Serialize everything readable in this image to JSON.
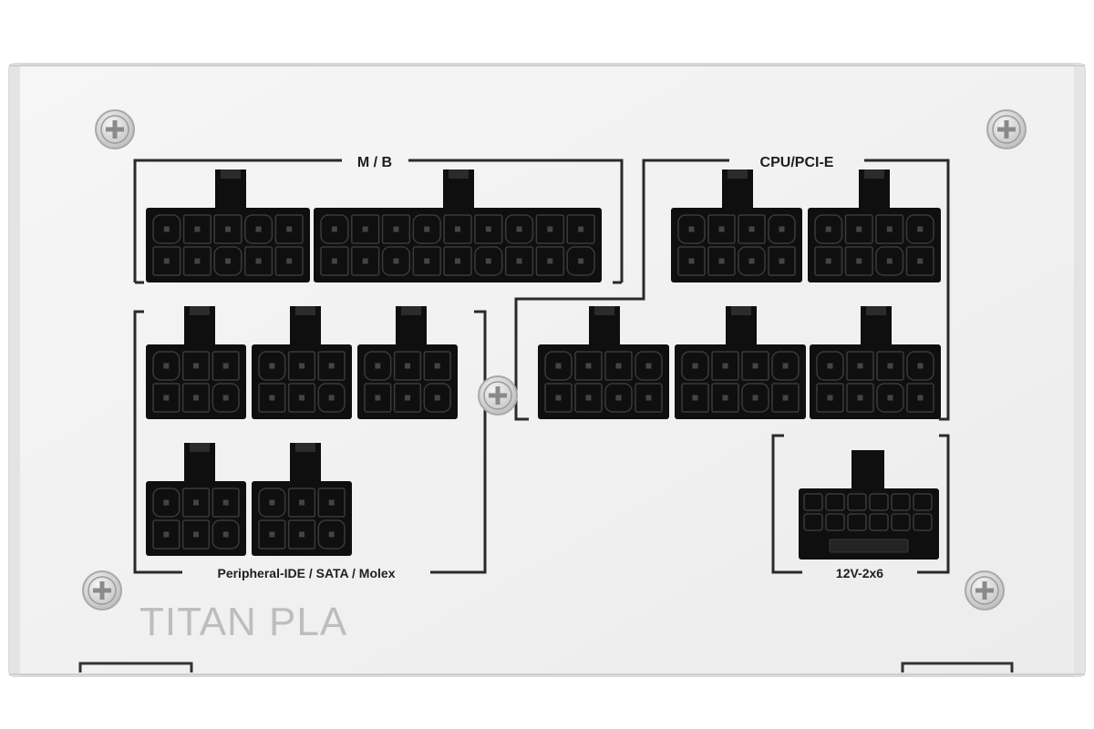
{
  "labels": {
    "motherboard": "M / B",
    "cpu_pcie": "CPU/PCI-E",
    "peripheral": "Peripheral-IDE / SATA / Molex",
    "highpower": "12V-2x6",
    "brand": "TITAN PLA"
  },
  "colors": {
    "panel": "#f3f3f3",
    "panel_edge": "#d4d4d4",
    "connector": "#0f0f0f",
    "pin": "#1c1c1c",
    "bracket": "#2a2a2a",
    "brand_text": "#bdbdbd",
    "screw": "#cfcfcf"
  },
  "screw_icon": "phillips-screw-icon"
}
